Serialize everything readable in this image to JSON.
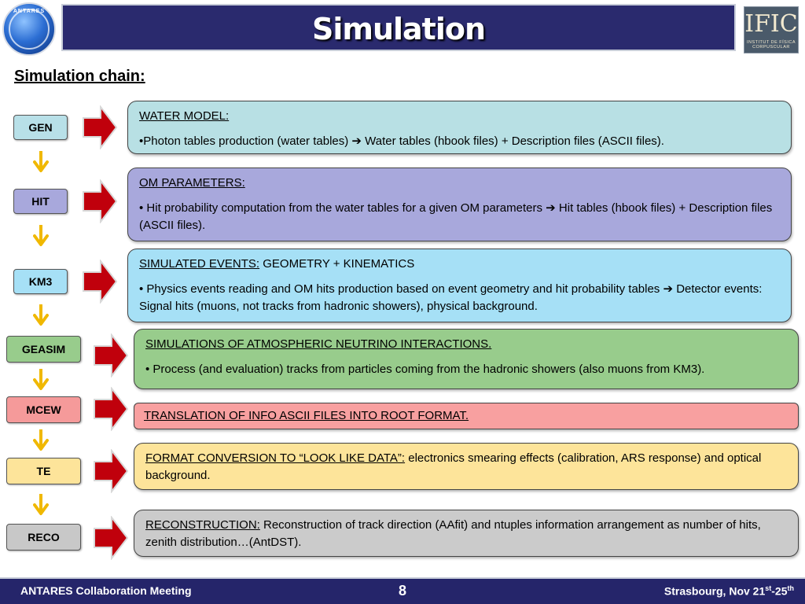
{
  "header": {
    "title": "Simulation",
    "logo_left_text": "ANTARES",
    "logo_right_big": "IFIC",
    "logo_right_small": "INSTITUT DE FÍSICA CORPUSCULAR"
  },
  "section_title": "Simulation chain:",
  "stages": [
    {
      "label": "GEN",
      "color": "#b8e0e8"
    },
    {
      "label": "HIT",
      "color": "#a8a8dc"
    },
    {
      "label": "KM3",
      "color": "#a6e0f6"
    },
    {
      "label": "GEASIM",
      "color": "#98cc8c"
    },
    {
      "label": "MCEW",
      "color": "#f59a9a"
    },
    {
      "label": "TE",
      "color": "#fde49a"
    },
    {
      "label": "RECO",
      "color": "#c8c8c8"
    }
  ],
  "boxes": {
    "water": {
      "head": "WATER MODEL:",
      "line1_a": "•Photon tables production (water tables) ",
      "arrow": "➔",
      "line1_b": " Water tables (hbook files) + Description files (ASCII files).",
      "color": "#b8e0e4"
    },
    "om": {
      "head": "OM PARAMETERS:",
      "line1_a": "• Hit probability computation from the water tables for a given OM parameters ",
      "arrow": "➔",
      "line1_b": " Hit tables (hbook files) + Description files (ASCII files).",
      "color": "#a8a8dc"
    },
    "events": {
      "head": "SIMULATED EVENTS:",
      "head_rest": " GEOMETRY + KINEMATICS",
      "line1_a": "• Physics events reading and OM hits production based on event geometry and hit probability tables ",
      "arrow": "➔",
      "line1_b": " Detector events: Signal hits (muons, not tracks from hadronic showers), physical background.",
      "color": "#a6e0f6"
    },
    "atmo": {
      "head": "SIMULATIONS OF ATMOSPHERIC NEUTRINO INTERACTIONS.",
      "line1": "• Process (and evaluation) tracks from particles coming from the hadronic showers (also muons from KM3).",
      "color": "#98cc8c"
    },
    "translation": {
      "head": "TRANSLATION OF INFO ASCII FILES INTO ROOT FORMAT.",
      "color": "#f8a0a0"
    },
    "format": {
      "head": "FORMAT CONVERSION TO “LOOK LIKE DATA”:",
      "rest": " electronics smearing effects (calibration, ARS response) and optical background.",
      "color": "#fde49a"
    },
    "reco": {
      "head": "RECONSTRUCTION:",
      "rest": " Reconstruction of track direction (AAfit) and ntuples information arrangement as number of hits, zenith distribution…(AntDST).",
      "color": "#cbcbcb"
    }
  },
  "footer": {
    "left": "ANTARES Collaboration Meeting",
    "page": "8",
    "right_a": "Strasbourg, Nov 21",
    "right_sup1": "st",
    "right_dash": "-25",
    "right_sup2": "th"
  }
}
